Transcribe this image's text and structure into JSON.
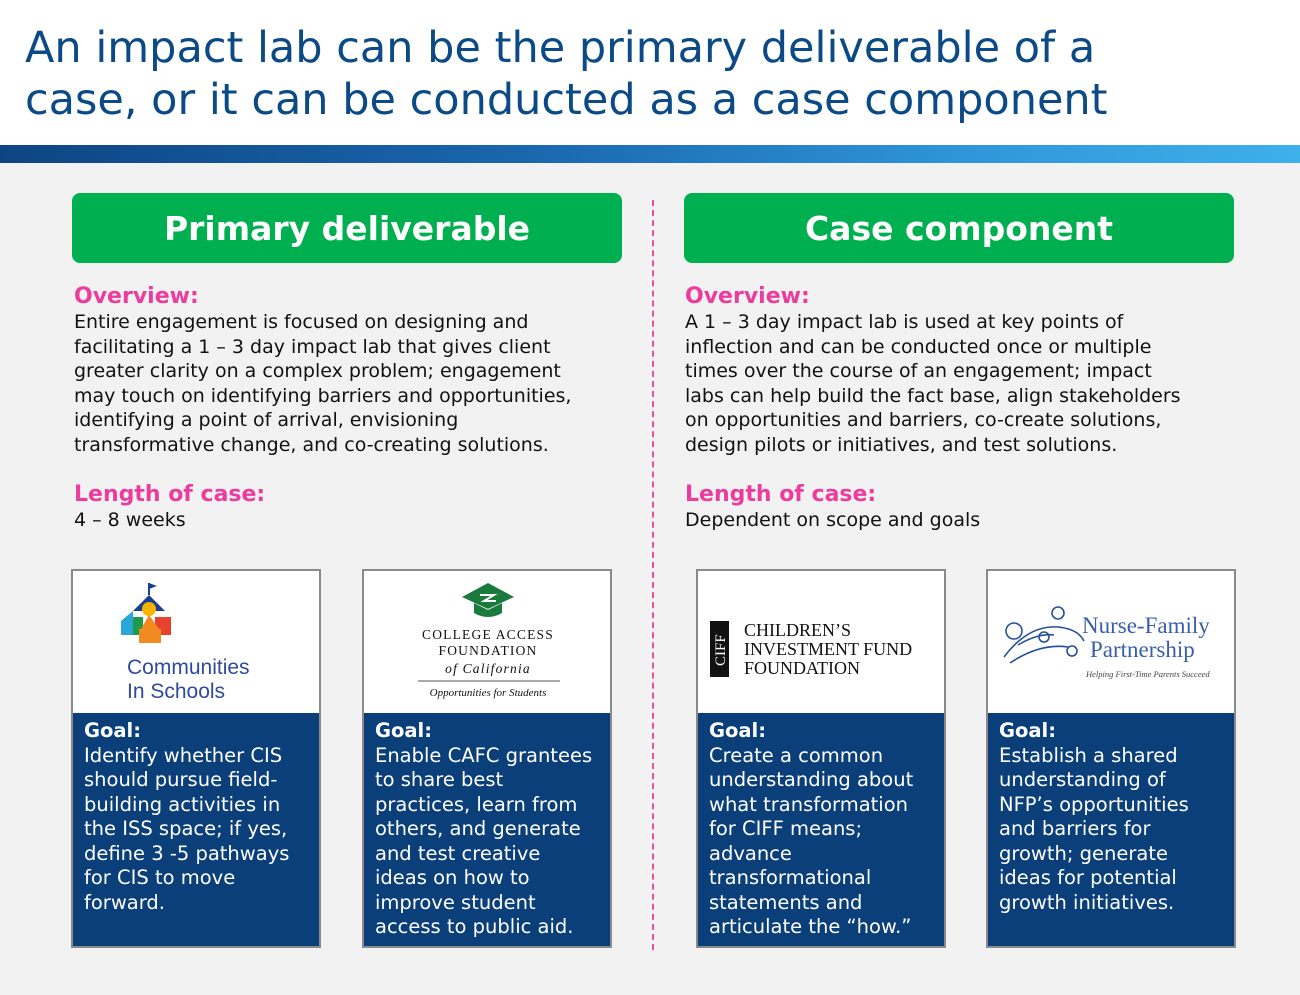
{
  "title": {
    "line1": "An impact lab can be the primary deliverable of a",
    "line2": "case, or it can be conducted as a case component"
  },
  "colors": {
    "title": "#0b4a86",
    "banner": "#00b050",
    "accent_pink": "#ec3d9e",
    "card_blue": "#0b3f7a"
  },
  "left": {
    "banner": "Primary deliverable",
    "overview_heading": "Overview:",
    "overview_lines": [
      "Entire engagement is focused on designing and",
      "facilitating a 1 – 3 day impact lab that gives client",
      "greater clarity on a complex problem; engagement",
      "may touch on identifying barriers and opportunities,",
      "identifying a point of arrival, envisioning",
      "transformative change, and co-creating solutions."
    ],
    "length_heading": "Length of case:",
    "length_text": "4 – 8 weeks"
  },
  "right": {
    "banner": "Case component",
    "overview_heading": "Overview:",
    "overview_lines": [
      "A 1 – 3 day impact lab is used at key points of",
      "inflection and can be conducted once or multiple",
      "times over the course of an engagement; impact",
      "labs can help build the fact base, align stakeholders",
      "on opportunities and barriers, co-create solutions,",
      "design pilots or initiatives, and test solutions."
    ],
    "length_heading": "Length of case:",
    "length_text": "Dependent on scope and goals"
  },
  "cards": [
    {
      "logo": {
        "icon": "schoolhouse-logo-icon",
        "line1": "Communities",
        "line2": "In Schools"
      },
      "goal_heading": "Goal:",
      "goal_lines": [
        "Identify whether CIS",
        "should pursue field-",
        "building activities in",
        "the ISS space; if yes,",
        "define 3 -5 pathways",
        "for CIS to move",
        "forward."
      ]
    },
    {
      "logo": {
        "icon": "mortarboard-logo-icon",
        "line1": "COLLEGE ACCESS",
        "line2": "FOUNDATION",
        "line3": "of California",
        "line4": "Opportunities for Students"
      },
      "goal_heading": "Goal:",
      "goal_lines": [
        "Enable CAFC grantees",
        "to share best",
        "practices, learn from",
        "others, and generate",
        "and test creative",
        "ideas on how to",
        "improve student",
        "access to public aid."
      ]
    },
    {
      "logo": {
        "mark": "CIFF",
        "line1": "CHILDREN’S",
        "line2": "INVESTMENT FUND",
        "line3": "FOUNDATION"
      },
      "goal_heading": "Goal:",
      "goal_lines": [
        "Create a common",
        "understanding about",
        "what transformation",
        "for CIFF means;",
        "advance",
        "transformational",
        "statements and",
        "articulate the “how.”"
      ]
    },
    {
      "logo": {
        "icon": "family-swirl-logo-icon",
        "line1": "Nurse-Family",
        "line2": "Partnership",
        "tagline": "Helping First-Time Parents Succeed"
      },
      "goal_heading": "Goal:",
      "goal_lines": [
        "Establish a shared",
        "understanding of",
        "NFP’s opportunities",
        "and barriers for",
        "growth; generate",
        "ideas for potential",
        "growth initiatives."
      ]
    }
  ]
}
